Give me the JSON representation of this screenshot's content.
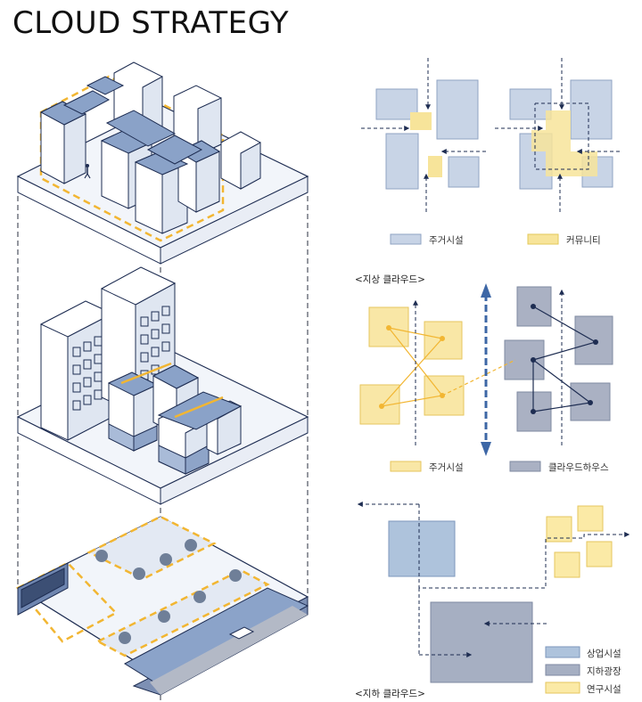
{
  "title": "CLOUD STRATEGY",
  "colors": {
    "residential": "#c8d4e6",
    "community": "#f7e49a",
    "commercial": "#aec3dc",
    "plaza": "#a6afc2",
    "research": "#fbeaa6",
    "cloudhouse": "#aab1c3",
    "accent_yellow": "#f2b632",
    "navy": "#1e2d52"
  },
  "diagram1": {
    "legend": [
      {
        "swatch": "residential",
        "label": "주거시설"
      },
      {
        "swatch": "community",
        "label": "커뮤니티"
      }
    ]
  },
  "diagram2": {
    "caption": "<지상 클라우드>",
    "legend": [
      {
        "swatch": "community",
        "label": "주거시설"
      },
      {
        "swatch": "cloudhouse",
        "label": "클라우드하우스"
      }
    ]
  },
  "diagram3": {
    "caption": "<지하 클라우드>",
    "legend": [
      {
        "swatch": "commercial",
        "label": "상업시설"
      },
      {
        "swatch": "plaza",
        "label": "지하광장"
      },
      {
        "swatch": "research",
        "label": "연구시설"
      }
    ]
  }
}
